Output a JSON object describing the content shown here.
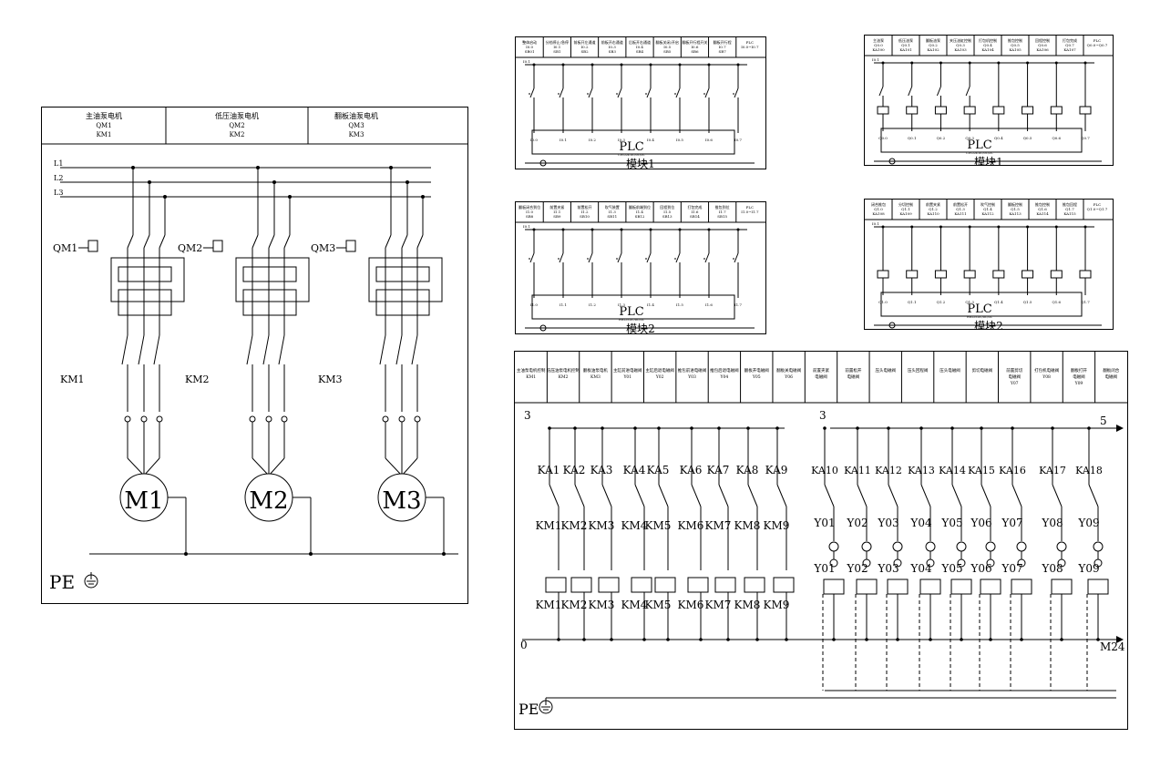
{
  "power": {
    "headers": [
      {
        "name": "主油泵电机",
        "qm": "QM1",
        "km": "KM1"
      },
      {
        "name": "低压油泵电机",
        "qm": "QM2",
        "km": "KM2"
      },
      {
        "name": "翻板油泵电机",
        "qm": "QM3",
        "km": "KM3"
      }
    ],
    "lines": [
      "L1",
      "L2",
      "L3"
    ],
    "breakers": [
      "QM1",
      "QM2",
      "QM3"
    ],
    "contactors": [
      "KM1",
      "KM2",
      "KM3"
    ],
    "motors": [
      "M1",
      "M2",
      "M3"
    ],
    "pe": "PE"
  },
  "input_mod1": {
    "headers": [
      "整体启动 I0.0 SB01",
      "分档停止/急停 I0.1 SB1",
      "前板开左通道 I0.2 SB2",
      "前板开右通道 I0.3 SB3",
      "后板开右通道 I0.4 SB4",
      "翻板关闭/开启 I0.5 SB5",
      "翻板开行程开关 I0.6 SB6",
      "翻板开行程 I0.7 SB7",
      "PLC I0.0~I0.7"
    ],
    "plc": "PLC",
    "cpu": "CPU224-DC/DC/DC",
    "module": "模块1"
  },
  "input_mod2": {
    "headers": [
      "翻板闭合到位 I1.0 SB8",
      "前置夹紧 I1.1 SB9",
      "前置松开 I1.2 SB10",
      "吹气装置 I1.3 SB11",
      "翻板前端到位 I1.4 SB12",
      "回程到位 I1.5 SB13",
      "打包完成 I1.6 SB14",
      "推包到位 I1.7 SB15",
      "PLC I1.0~I1.7"
    ],
    "plc": "PLC",
    "cpu": "EM223-DC/DC/DC",
    "module": "模块2"
  },
  "output_mod1": {
    "headers": [
      "主油泵 Q0.0 KA100",
      "低压油泵 Q0.1 KA101",
      "翻板油泵 Q0.2 KA102",
      "夹压油缸控制 Q0.3 KA103",
      "打包机控制 Q0.4 KA104",
      "推包控制 Q0.5 KA105",
      "回程控制 Q0.6 KA106",
      "打包完成 Q0.7 KA107",
      "PLC Q0.0~Q0.7"
    ],
    "plc": "PLC",
    "cpu": "CPU224-DC/DC/DC",
    "module": "模块1"
  },
  "output_mod2": {
    "headers": [
      "闭合推包 Q1.0 KA108",
      "分切控制 Q1.1 KA109",
      "前置夹紧 Q1.2 KA110",
      "前置松开 Q1.3 KA111",
      "吹气控制 Q1.4 KA112",
      "翻板控制 Q1.5 KA113",
      "推包控制 Q1.6 KA114",
      "推包回程 Q1.7 KA115",
      "PLC Q1.0~Q1.7"
    ],
    "plc": "PLC",
    "cpu": "EM223-DC/DC/DC",
    "module": "模块2"
  },
  "relay": {
    "headers": [
      "主油泵电机控制 KM1",
      "低压油泵电机控制 KM2",
      "翻板油泵电机 KM3",
      "主缸前进电磁阀 Y01",
      "主缸后退电磁阀 Y02",
      "推包前进电磁阀 Y03",
      "推包后退电磁阀 Y04",
      "翻板开电磁阀 Y05",
      "翻板关电磁阀 Y06",
      "前置夹紧 电磁阀",
      "前置松开 电磁阀",
      "压头电磁阀",
      "压头回程阀",
      "压头电磁阀",
      "剪切电磁阀",
      "前置剪切 电磁阀 Y07",
      "打包机电磁阀 Y08",
      "翻板打开 电磁阀 Y09",
      "翻板闭合 电磁阀"
    ],
    "top_left": "3",
    "top_right": "3",
    "arrow_top": "5",
    "bottom_left": "0",
    "bottom_right": "M24",
    "ka_left": [
      "KA1",
      "KA2",
      "KA3",
      "KA4",
      "KA5",
      "KA6",
      "KA7",
      "KA8",
      "KA9"
    ],
    "km_left": [
      "KM1",
      "KM2",
      "KM3",
      "KM4",
      "KM5",
      "KM6",
      "KM7",
      "KM8",
      "KM9"
    ],
    "ka_right": [
      "KA10",
      "KA11",
      "KA12",
      "KA13",
      "KA14",
      "KA15",
      "KA16",
      "KA17",
      "KA18"
    ],
    "y_right": [
      "Y01",
      "Y02",
      "Y03",
      "Y04",
      "Y05",
      "Y06",
      "Y07",
      "Y08",
      "Y09"
    ],
    "pe": "PE"
  }
}
